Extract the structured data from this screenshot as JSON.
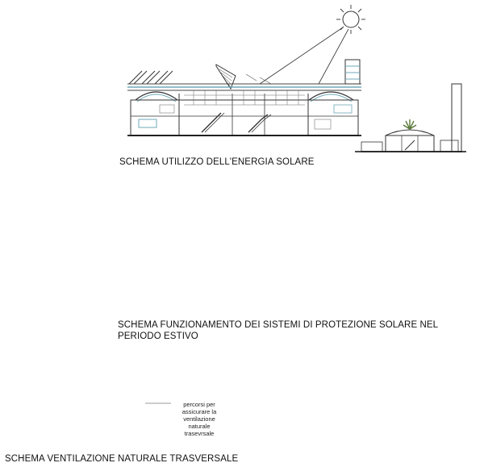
{
  "captions": {
    "solar_energy": "SCHEMA UTILIZZO DELL'ENERGIA SOLARE",
    "summer_protection_line1": "SCHEMA FUNZIONAMENTO DEI SISTEMI DI PROTEZIONE SOLARE NEL",
    "summer_protection_line2": "PERIODO ESTIVO",
    "cross_ventilation": "SCHEMA VENTILAZIONE NATURALE TRASVERSALE"
  },
  "notes": {
    "ventilation_path": [
      "percorsi per",
      "assicurare la",
      "ventilazione",
      "naturale",
      "trasevrsale"
    ]
  },
  "colors": {
    "line": "#333333",
    "glass": "#6fa8b8",
    "duct_cold": "#1414e6",
    "duct_mixed": "#f08ae6",
    "duct_hot": "#ee1111",
    "wood": "#f1e3b8",
    "plant": "#5a7a3a"
  },
  "icons": [
    "sun-icon",
    "solar-panel-icon",
    "air-flow-arrow-icon",
    "plant-icon"
  ]
}
